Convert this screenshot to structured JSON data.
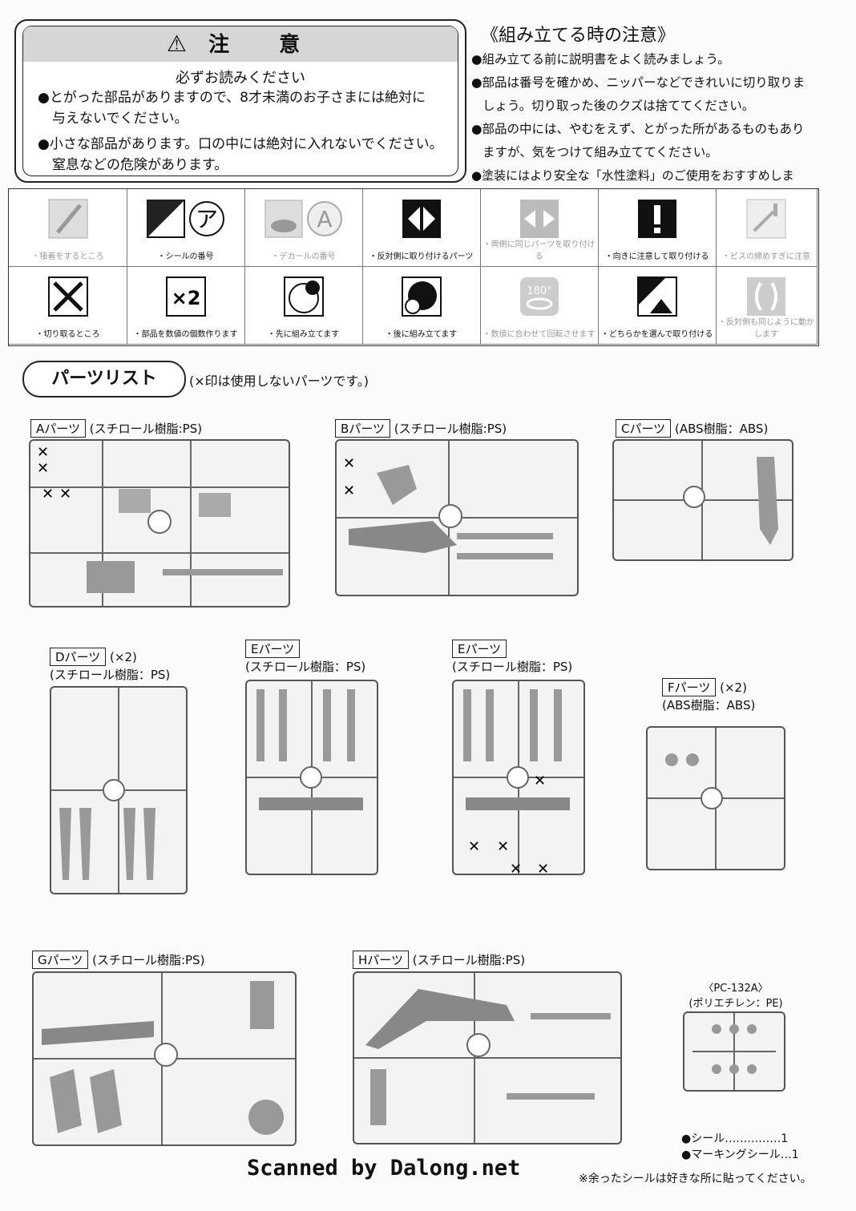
{
  "caution": {
    "title": "注　意",
    "subtitle": "必ずお読みください",
    "line1a": "●とがった部品がありますので、8才未満のお子さまには絶対に",
    "line1b": "与えないでください。",
    "line2a": "●小さな部品があります。口の中には絶対に入れないでください。",
    "line2b": "窒息などの危険があります。"
  },
  "assembly_notes": {
    "title": "《組み立てる時の注意》",
    "items": [
      "●組み立てる前に説明書をよく読みましょう。",
      "●部品は番号を確かめ、ニッパーなどできれいに切り取りま",
      "しょう。切り取った後のクズは捨ててください。",
      "●部品の中には、やむをえず、とがった所があるものもあり",
      "ますが、気をつけて組み立ててください。",
      "●塗装にはより安全な「水性塗料」のご使用をおすすめします。"
    ]
  },
  "symbols": [
    {
      "label": "・接着をするところ",
      "icon": "brush-icon",
      "faded": true
    },
    {
      "label": "・シールの番号",
      "icon": "sticker-icon",
      "faded": false
    },
    {
      "label": "・デカールの番号",
      "icon": "decal-icon",
      "faded": true
    },
    {
      "label": "・反対側に取り付けるパーツ",
      "icon": "opposite-side-icon",
      "faded": false
    },
    {
      "label": "・両側に同じパーツを取り付ける",
      "icon": "both-sides-icon",
      "faded": true
    },
    {
      "label": "・向きに注意して取り付ける",
      "icon": "exclamation-icon",
      "faded": false
    },
    {
      "label": "・ビスの締めすぎに注意",
      "icon": "screw-icon",
      "faded": true
    },
    {
      "label": "・切り取るところ",
      "icon": "nipper-icon",
      "faded": false
    },
    {
      "label": "・部品を数値の個数作ります",
      "icon": "times-two-icon",
      "faded": false
    },
    {
      "label": "・先に組み立てます",
      "icon": "assemble-first-icon",
      "faded": false
    },
    {
      "label": "・後に組み立てます",
      "icon": "assemble-after-icon",
      "faded": false
    },
    {
      "label": "・数値に合わせて回転させます",
      "icon": "rotate-180-icon",
      "faded": true
    },
    {
      "label": "・どちらかを選んで取り付ける",
      "icon": "choose-one-icon",
      "faded": false
    },
    {
      "label": "・反対側も同じように動かします",
      "icon": "move-same-icon",
      "faded": true
    }
  ],
  "symbol_texts": {
    "sticker_letter": "ア",
    "decal_letter": "A",
    "times_two": "×2",
    "rotate": "180°"
  },
  "parts_list": {
    "title": "パーツリスト",
    "note": "(×印は使用しないパーツです。)",
    "groups": [
      {
        "id": "A",
        "tag": "Aパーツ",
        "material": "(スチロール樹脂:PS)"
      },
      {
        "id": "B",
        "tag": "Bパーツ",
        "material": "(スチロール樹脂:PS)"
      },
      {
        "id": "C",
        "tag": "Cパーツ",
        "material": "(ABS樹脂：ABS)"
      },
      {
        "id": "D",
        "tag": "Dパーツ",
        "multiplier": "(×2)",
        "material": "(スチロール樹脂：PS)"
      },
      {
        "id": "E1",
        "tag": "Eパーツ",
        "material": "(スチロール樹脂：PS)"
      },
      {
        "id": "E2",
        "tag": "Eパーツ",
        "material": "(スチロール樹脂：PS)"
      },
      {
        "id": "F",
        "tag": "Fパーツ",
        "multiplier": "(×2)",
        "material": "(ABS樹脂：ABS)"
      },
      {
        "id": "G",
        "tag": "Gパーツ",
        "material": "(スチロール樹脂:PS)"
      },
      {
        "id": "H",
        "tag": "Hパーツ",
        "material": "(スチロール樹脂:PS)"
      }
    ],
    "pc": {
      "name": "〈PC-132A〉",
      "material": "(ポリエチレン：PE)"
    }
  },
  "extras": {
    "seal": "●シール……………1",
    "marking": "●マーキングシール…1",
    "leftover": "※余ったシールは好きな所に貼ってください。"
  },
  "scan_credit": "Scanned by Dalong.net"
}
